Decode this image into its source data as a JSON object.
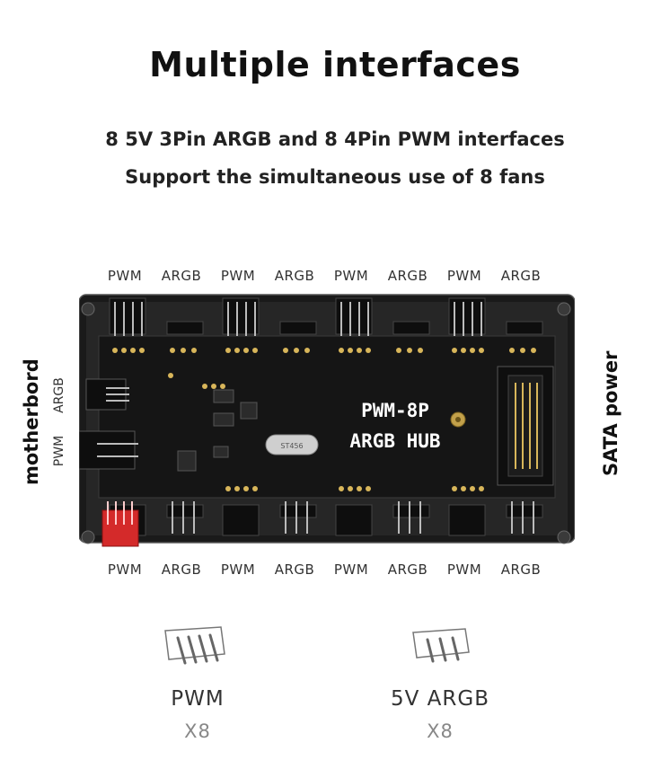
{
  "heading": {
    "title": "Multiple interfaces",
    "line1": "8 5V 3Pin ARGB and 8 4Pin PWM interfaces",
    "line2": "Support the simultaneous use of 8 fans"
  },
  "top_ports": [
    "PWM",
    "ARGB",
    "PWM",
    "ARGB",
    "PWM",
    "ARGB",
    "PWM",
    "ARGB"
  ],
  "bottom_ports": [
    "PWM",
    "ARGB",
    "PWM",
    "ARGB",
    "PWM",
    "ARGB",
    "PWM",
    "ARGB"
  ],
  "left_side": {
    "label": "motherbord",
    "argb": "ARGB",
    "pwm": "PWM"
  },
  "right_side": {
    "label": "SATA power"
  },
  "board": {
    "model": "PWM-8P",
    "name": "ARGB HUB"
  },
  "legend": [
    {
      "name": "PWM",
      "count": "X8",
      "icon": "4pin-connector-icon"
    },
    {
      "name": "5V ARGB",
      "count": "X8",
      "icon": "3pin-connector-icon"
    }
  ]
}
